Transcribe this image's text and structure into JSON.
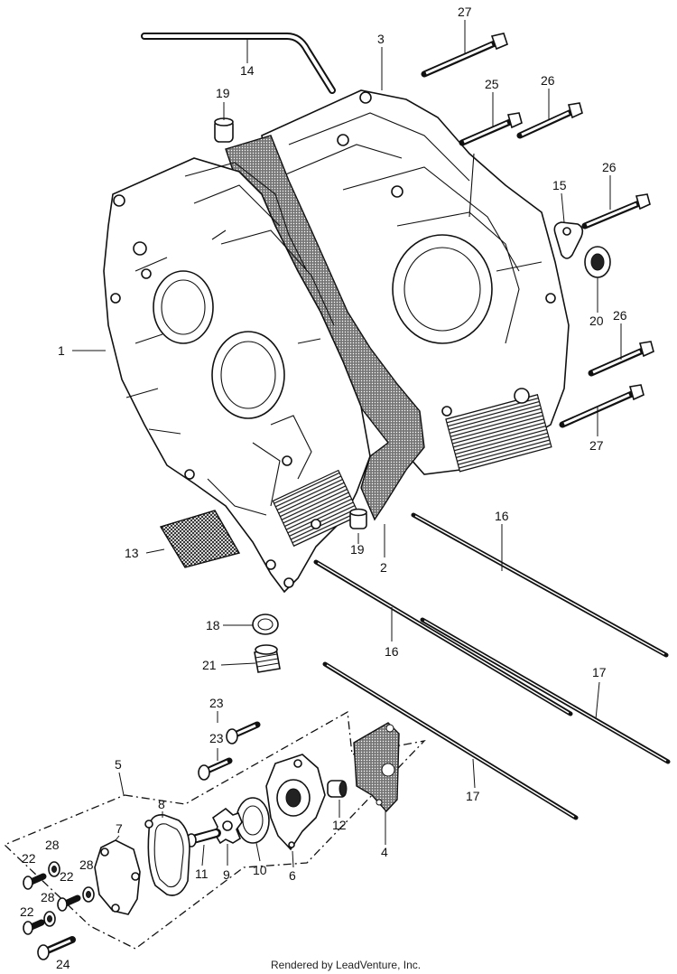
{
  "diagram": {
    "footer": "Rendered by LeadVenture, Inc.",
    "callouts": [
      {
        "id": "c27a",
        "text": "27"
      },
      {
        "id": "c3",
        "text": "3"
      },
      {
        "id": "c14",
        "text": "14"
      },
      {
        "id": "c25",
        "text": "25"
      },
      {
        "id": "c26a",
        "text": "26"
      },
      {
        "id": "c19a",
        "text": "19"
      },
      {
        "id": "c15",
        "text": "15"
      },
      {
        "id": "c26b",
        "text": "26"
      },
      {
        "id": "c20",
        "text": "20"
      },
      {
        "id": "c26c",
        "text": "26"
      },
      {
        "id": "c1",
        "text": "1"
      },
      {
        "id": "c27b",
        "text": "27"
      },
      {
        "id": "c16a",
        "text": "16"
      },
      {
        "id": "c13",
        "text": "13"
      },
      {
        "id": "c19b",
        "text": "19"
      },
      {
        "id": "c2",
        "text": "2"
      },
      {
        "id": "c18",
        "text": "18"
      },
      {
        "id": "c16b",
        "text": "16"
      },
      {
        "id": "c21",
        "text": "21"
      },
      {
        "id": "c17a",
        "text": "17"
      },
      {
        "id": "c23a",
        "text": "23"
      },
      {
        "id": "c23b",
        "text": "23"
      },
      {
        "id": "c5",
        "text": "5"
      },
      {
        "id": "c12",
        "text": "12"
      },
      {
        "id": "c17b",
        "text": "17"
      },
      {
        "id": "c8",
        "text": "8"
      },
      {
        "id": "c7",
        "text": "7"
      },
      {
        "id": "c22a",
        "text": "22"
      },
      {
        "id": "c28a",
        "text": "28"
      },
      {
        "id": "c22b",
        "text": "22"
      },
      {
        "id": "c28b",
        "text": "28"
      },
      {
        "id": "c4",
        "text": "4"
      },
      {
        "id": "c11",
        "text": "11"
      },
      {
        "id": "c9",
        "text": "9"
      },
      {
        "id": "c10",
        "text": "10"
      },
      {
        "id": "c6",
        "text": "6"
      },
      {
        "id": "c28c",
        "text": "28"
      },
      {
        "id": "c22c",
        "text": "22"
      },
      {
        "id": "c24",
        "text": "24"
      }
    ]
  }
}
